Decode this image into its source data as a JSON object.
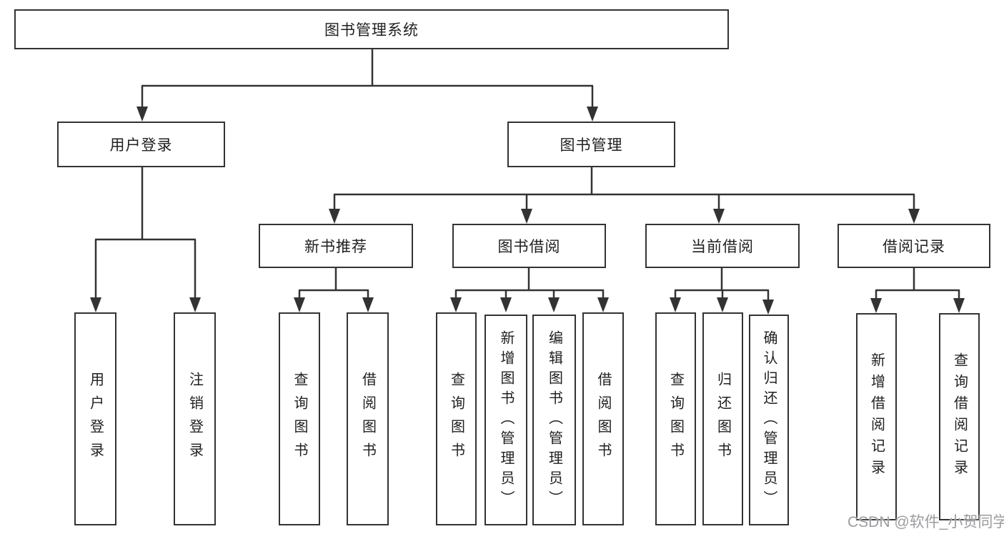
{
  "diagram": {
    "root": {
      "label": "图书管理系统"
    },
    "level2": [
      {
        "label": "用户登录"
      },
      {
        "label": "图书管理"
      }
    ],
    "level3": [
      {
        "label": "新书推荐"
      },
      {
        "label": "图书借阅"
      },
      {
        "label": "当前借阅"
      },
      {
        "label": "借阅记录"
      }
    ],
    "leaves": {
      "user_login": [
        {
          "label": "用户登录"
        },
        {
          "label": "注销登录"
        }
      ],
      "new_book_recommend": [
        {
          "label": "查询图书"
        },
        {
          "label": "借阅图书"
        }
      ],
      "book_borrow": [
        {
          "label": "查询图书"
        },
        {
          "label": "新增图书（管理员）"
        },
        {
          "label": "编辑图书（管理员）"
        },
        {
          "label": "借阅图书"
        }
      ],
      "current_borrow": [
        {
          "label": "查询图书"
        },
        {
          "label": "归还图书"
        },
        {
          "label": "确认归还（管理员）"
        }
      ],
      "borrow_records": [
        {
          "label": "新增借阅记录"
        },
        {
          "label": "查询借阅记录"
        }
      ]
    },
    "watermark": "CSDN @软件_小贺同学",
    "colors": {
      "line": "#333333",
      "border": "#333333",
      "text": "#1f1f1f",
      "watermark": "#9c9ca0",
      "background": "#ffffff"
    }
  }
}
